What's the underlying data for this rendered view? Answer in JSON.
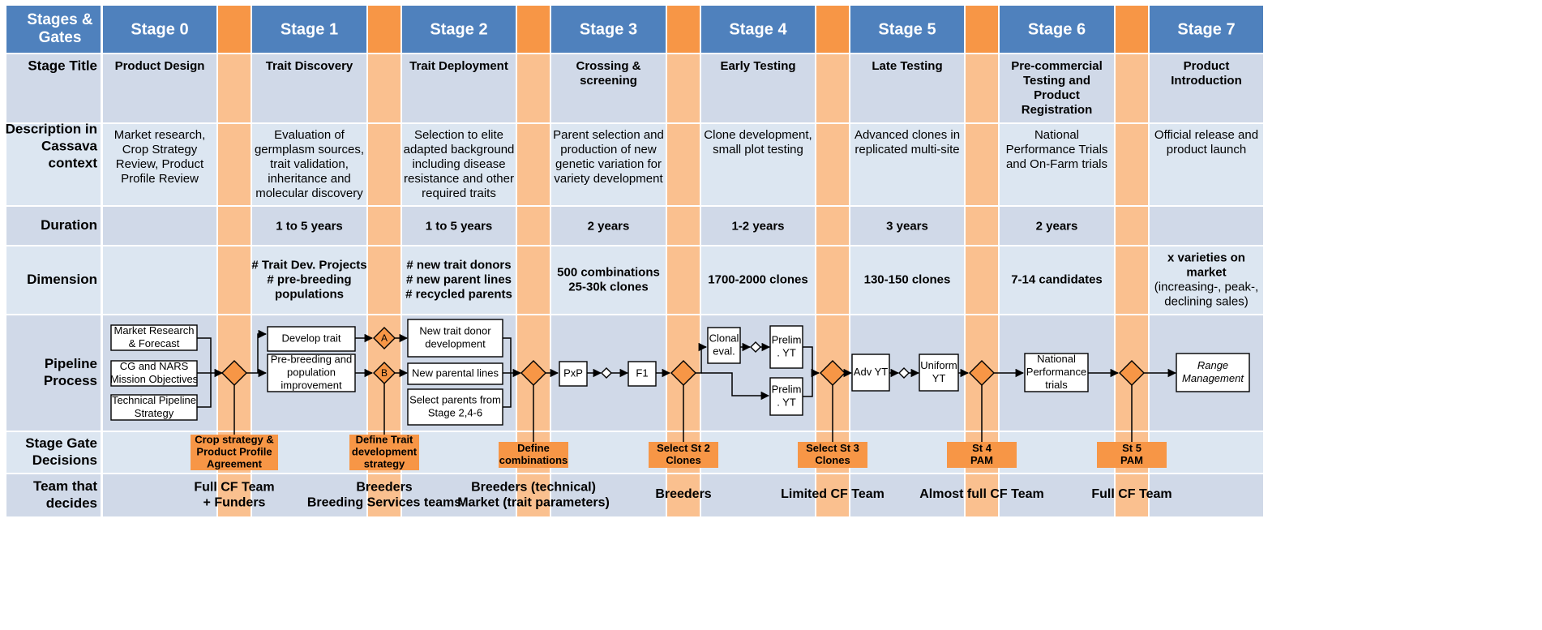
{
  "corner_header": [
    "Stages &",
    "Gates"
  ],
  "stages": [
    {
      "header": "Stage 0",
      "title": [
        "Product Design"
      ],
      "description": [
        "Market research,",
        "Crop Strategy",
        "Review, Product",
        "Profile Review"
      ],
      "duration": "",
      "dimension": [],
      "dimension_notes": []
    },
    {
      "header": "Stage 1",
      "title": [
        "Trait Discovery"
      ],
      "description": [
        "Evaluation of",
        "germplasm sources,",
        "trait validation,",
        "inheritance and",
        "molecular discovery"
      ],
      "duration": "1 to 5 years",
      "dimension": [
        "# Trait Dev. Projects",
        "# pre-breeding",
        "populations"
      ],
      "dimension_notes": []
    },
    {
      "header": "Stage 2",
      "title": [
        "Trait Deployment"
      ],
      "description": [
        "Selection to elite",
        "adapted background",
        "including disease",
        "resistance and other",
        "required traits"
      ],
      "duration": "1 to 5 years",
      "dimension": [
        "# new trait donors",
        "# new parent lines",
        "# recycled parents"
      ],
      "dimension_notes": []
    },
    {
      "header": "Stage 3",
      "title": [
        "Crossing &",
        "screening"
      ],
      "description": [
        "Parent selection and",
        "production of new",
        "genetic variation for",
        "variety development"
      ],
      "duration": "2 years",
      "dimension": [
        "500 combinations",
        "25-30k clones"
      ],
      "dimension_notes": []
    },
    {
      "header": "Stage 4",
      "title": [
        "Early Testing"
      ],
      "description": [
        "Clone development,",
        "small plot testing"
      ],
      "duration": "1-2 years",
      "dimension": [
        "1700-2000 clones"
      ],
      "dimension_notes": []
    },
    {
      "header": "Stage 5",
      "title": [
        "Late Testing"
      ],
      "description": [
        "Advanced clones in",
        "replicated multi-site"
      ],
      "duration": "3 years",
      "dimension": [
        "130-150 clones"
      ],
      "dimension_notes": []
    },
    {
      "header": "Stage 6",
      "title": [
        "Pre-commercial",
        "Testing and",
        "Product",
        "Registration"
      ],
      "description": [
        "National",
        "Performance Trials",
        "and On-Farm trials"
      ],
      "duration": "2 years",
      "dimension": [
        "7-14 candidates"
      ],
      "dimension_notes": []
    },
    {
      "header": "Stage 7",
      "title": [
        "Product",
        "Introduction"
      ],
      "description": [
        "Official release and",
        "product launch"
      ],
      "duration": "",
      "dimension": [
        "x varieties on",
        "market"
      ],
      "dimension_notes": [
        "(increasing-, peak-,",
        "declining sales)"
      ]
    }
  ],
  "row_labels": [
    [
      "Stage Title"
    ],
    [
      "Description in",
      "Cassava",
      "context"
    ],
    [
      "Duration"
    ],
    [
      "Dimension"
    ],
    [
      "Pipeline",
      "Process"
    ],
    [
      "Stage Gate",
      "Decisions"
    ],
    [
      "Team that",
      "decides"
    ]
  ],
  "pipeline": {
    "market_research": [
      "Market Research",
      "& Forecast"
    ],
    "cg_nars": [
      "CG and NARS",
      "Mission Objectives"
    ],
    "technical_pipeline": [
      "Technical Pipeline",
      "Strategy"
    ],
    "develop_trait": [
      "Develop trait"
    ],
    "prebreeding": [
      "Pre-breeding and",
      "population",
      "improvement"
    ],
    "gate_a": "A",
    "gate_b": "B",
    "new_trait_donor": [
      "New trait donor",
      "development"
    ],
    "new_parental_lines": [
      "New parental lines"
    ],
    "select_parents": [
      "Select  parents from",
      "Stage 2,4-6"
    ],
    "pxp": [
      "PxP"
    ],
    "f1": [
      "F1"
    ],
    "clonal_eval": [
      "Clonal",
      "eval."
    ],
    "prelim_yt_1": [
      "Prelim",
      ". YT"
    ],
    "prelim_yt_2": [
      "Prelim",
      ". YT"
    ],
    "adv_yt": [
      "Adv YT"
    ],
    "uniform_yt": [
      "Uniform",
      "YT"
    ],
    "national_trials": [
      "National",
      "Performance",
      "trials"
    ],
    "range_management": [
      "Range",
      "Management"
    ]
  },
  "gate_decisions": [
    [
      "Crop strategy &",
      "Product Profile",
      "Agreement"
    ],
    [
      "Define Trait",
      "development",
      "strategy"
    ],
    [
      "Define",
      "combinations"
    ],
    [
      "Select St 2",
      "Clones"
    ],
    [
      "Select St 3",
      "Clones"
    ],
    [
      "St 4",
      "PAM"
    ],
    [
      "St 5",
      "PAM"
    ]
  ],
  "teams": [
    [
      "Full CF Team",
      "+ Funders"
    ],
    [
      "Breeders",
      "Breeding Services teams"
    ],
    [
      "Breeders (technical)",
      "Market (trait parameters)"
    ],
    [
      "Breeders"
    ],
    [
      "Limited CF Team"
    ],
    [
      "Almost full CF Team"
    ],
    [
      "Full CF Team"
    ]
  ],
  "colors": {
    "header_blue": "#4F81BD",
    "row_light": "#DCE6F1",
    "row_alt": "#D0D9E8",
    "gate_light": "#FAC08F",
    "gate_strong": "#F79646",
    "line": "#000000"
  }
}
